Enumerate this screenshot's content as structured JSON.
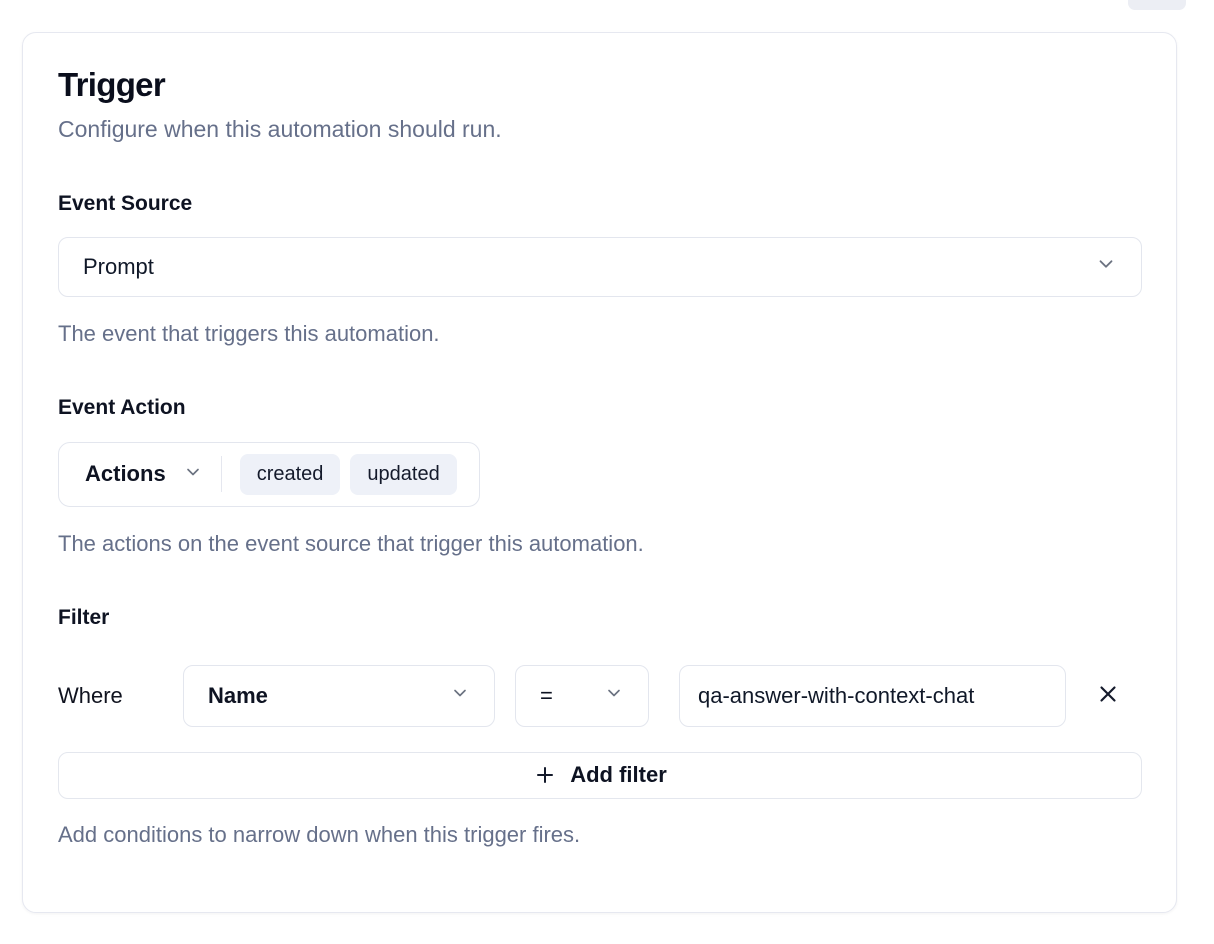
{
  "page": {
    "title": "Trigger",
    "subtitle": "Configure when this automation should run."
  },
  "event_source": {
    "label": "Event Source",
    "selected_value": "Prompt",
    "help": "The event that triggers this automation."
  },
  "event_action": {
    "label": "Event Action",
    "dropdown_label": "Actions",
    "selected_tags": [
      "created",
      "updated"
    ],
    "help": "The actions on the event source that trigger this automation."
  },
  "filter": {
    "label": "Filter",
    "where_label": "Where",
    "rows": [
      {
        "field": "Name",
        "operator": "=",
        "value": "qa-answer-with-context-chat"
      }
    ],
    "add_button_label": "Add filter",
    "help": "Add conditions to narrow down when this trigger fires."
  },
  "icons": {
    "dropdown": "chevron-down",
    "remove_filter": "x",
    "add_filter": "plus"
  },
  "colors": {
    "text_primary": "#0e1322",
    "text_muted": "#66708a",
    "border": "#e3e6ee",
    "tag_background": "#eef1f8",
    "chevron": "#6b7280"
  }
}
